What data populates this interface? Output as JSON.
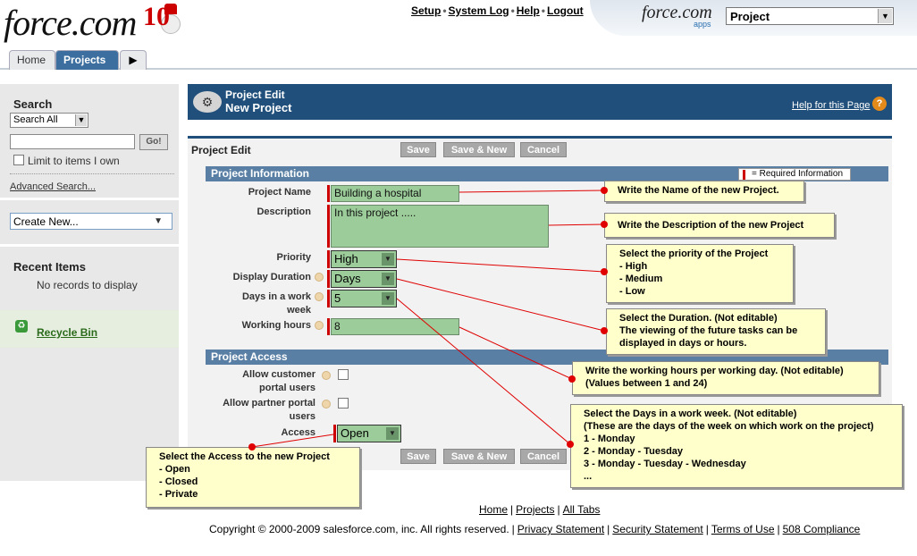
{
  "header": {
    "logo": "force.com",
    "anniv": "10",
    "top_links": [
      "Setup",
      "System Log",
      "Help",
      "Logout"
    ],
    "apps_logo": "force.com",
    "apps_sub": "apps",
    "app_selected": "Project"
  },
  "tabs": [
    "Home",
    "Projects"
  ],
  "sidebar": {
    "search_title": "Search",
    "search_scope": "Search All",
    "go_label": "Go!",
    "limit_label": "Limit to items I own",
    "advanced_search": "Advanced Search...",
    "create_new": "Create New...",
    "recent_title": "Recent Items",
    "recent_empty": "No records to display",
    "recycle_bin": "Recycle Bin"
  },
  "page_header": {
    "title": "Project Edit",
    "subtitle": "New Project",
    "help_link": "Help for this Page"
  },
  "edit": {
    "title": "Project Edit",
    "save": "Save",
    "save_new": "Save & New",
    "cancel": "Cancel",
    "section_info": "Project Information",
    "required_legend": "= Required Information",
    "section_access": "Project Access"
  },
  "fields": {
    "project_name": {
      "label": "Project Name",
      "value": "Building a hospital"
    },
    "description": {
      "label": "Description",
      "value": "In this project ....."
    },
    "priority": {
      "label": "Priority",
      "value": "High"
    },
    "display_duration": {
      "label": "Display Duration",
      "value": "Days"
    },
    "days_work_week": {
      "label_line1": "Days in a work",
      "label_line2": "week",
      "value": "5"
    },
    "working_hours": {
      "label": "Working hours",
      "value": "8"
    },
    "allow_customer": {
      "label_line1": "Allow customer",
      "label_line2": "portal users"
    },
    "allow_partner": {
      "label_line1": "Allow partner portal",
      "label_line2": "users"
    },
    "access": {
      "label": "Access",
      "value": "Open"
    }
  },
  "callouts": {
    "name": "Write the Name of the new Project.",
    "description": "Write the Description of the new Project",
    "priority": "Select the priority of the Project\n - High\n - Medium\n - Low",
    "duration": "Select the Duration. (Not editable)\nThe viewing of the future tasks can be\ndisplayed in days or hours.",
    "hours": "Write the working hours per working day. (Not editable)\n(Values between 1 and 24)",
    "days": "Select the Days in a work week. (Not editable)\n(These are the days of the week on which work on the project)\n1 - Monday\n2 - Monday - Tuesday\n3 - Monday - Tuesday - Wednesday\n...",
    "access": "Select the Access to the new Project\n - Open\n - Closed\n - Private"
  },
  "footer": {
    "links": [
      "Home",
      "Projects",
      "All Tabs"
    ],
    "copyright": "Copyright © 2000-2009 salesforce.com, inc. All rights reserved.",
    "legal_links": [
      "Privacy Statement",
      "Security Statement",
      "Terms of Use",
      "508 Compliance"
    ]
  },
  "colors": {
    "header_blue": "#1f4f7a",
    "section_blue": "#5a7fa5",
    "field_green": "#9ccc9a",
    "required_red": "#cc0000",
    "callout_yellow": "#ffffcc"
  }
}
